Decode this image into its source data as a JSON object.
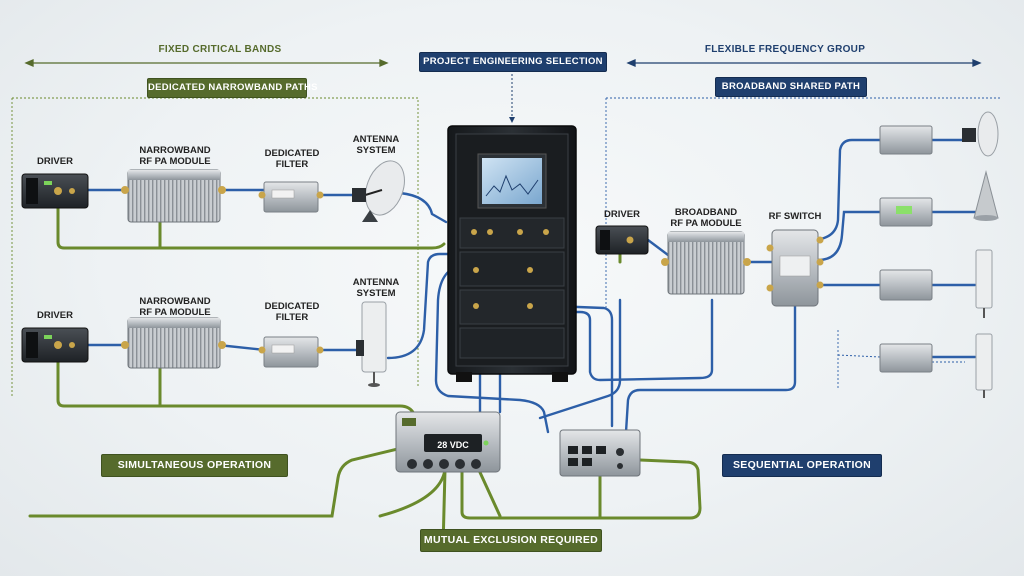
{
  "headers": {
    "left_group": "FIXED CRITICAL BANDS",
    "right_group": "FLEXIBLE FREQUENCY GROUP",
    "center": "PROJECT ENGINEERING SELECTION"
  },
  "tags": {
    "dedicated_paths": "DEDICATED NARROWBAND PATHS",
    "broadband_path": "BROADBAND SHARED PATH",
    "simultaneous": "SIMULTANEOUS OPERATION",
    "sequential": "SEQUENTIAL OPERATION",
    "mutual_exclusion": "MUTUAL EXCLUSION REQUIRED"
  },
  "labels": {
    "driver_1": "DRIVER",
    "pa_1": "NARROWBAND\nRF PA MODULE",
    "filter_1": "DEDICATED\nFILTER",
    "antenna_1": "ANTENNA\nSYSTEM",
    "driver_2": "DRIVER",
    "pa_2": "NARROWBAND\nRF PA MODULE",
    "filter_2": "DEDICATED\nFILTER",
    "antenna_2": "ANTENNA\nSYSTEM",
    "driver_3": "DRIVER",
    "pa_3": "BROADBAND\nRF PA MODULE",
    "rf_switch": "RF SWITCH"
  },
  "power_unit": {
    "voltage": "28 VDC"
  },
  "colors": {
    "accent_green": "#566b2c",
    "accent_blue": "#1f3f6e",
    "cable_green": "#6a8a2c",
    "cable_blue": "#2d5fa8"
  },
  "icons": [
    "antenna-dish-icon",
    "antenna-panel-icon",
    "antenna-cone-icon",
    "equipment-rack-icon",
    "power-distribution-icon",
    "network-switch-icon"
  ]
}
